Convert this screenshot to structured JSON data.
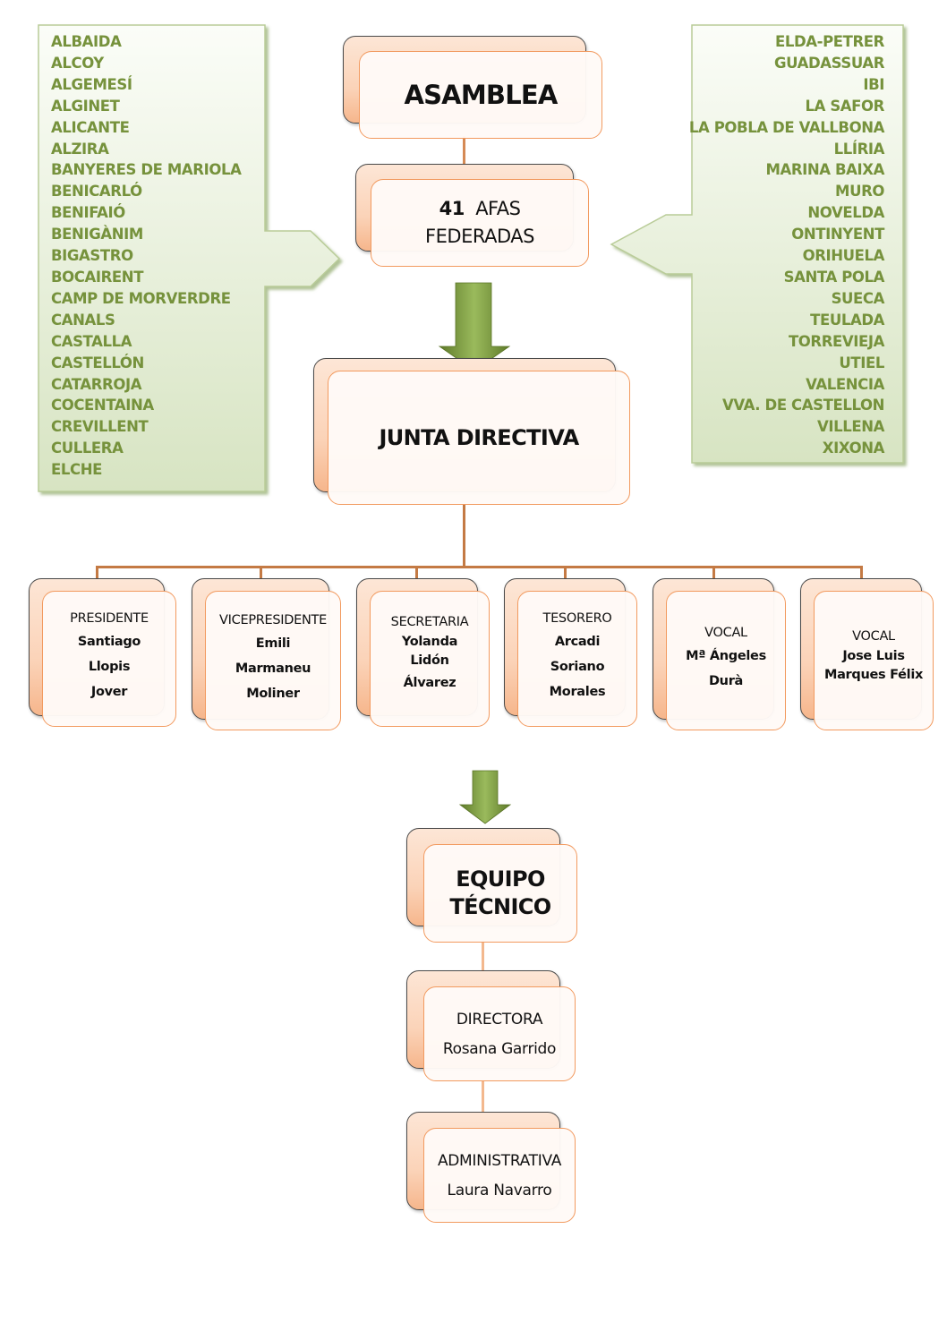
{
  "diagram": {
    "asamblea": {
      "title": "ASAMBLEA"
    },
    "afas": {
      "count": "41",
      "label_line1": "AFAS",
      "label_line2": "FEDERADAS"
    },
    "junta": {
      "title": "JUNTA DIRECTIVA"
    },
    "left_list": [
      "ALBAIDA",
      "ALCOY",
      "ALGEMESÍ",
      "ALGINET",
      "ALICANTE",
      "ALZIRA",
      "BANYERES DE MARIOLA",
      "BENICARLÓ",
      "BENIFAIÓ",
      "BENIGÀNIM",
      "BIGASTRO",
      "BOCAIRENT",
      "CAMP DE MORVERDRE",
      "CANALS",
      "CASTALLA",
      "CASTELLÓN",
      "CATARROJA",
      "COCENTAINA",
      "CREVILLENT",
      "CULLERA",
      "ELCHE"
    ],
    "right_list": [
      "ELDA-PETRER",
      "GUADASSUAR",
      "IBI",
      "LA SAFOR",
      "LA POBLA DE VALLBONA",
      "LLÍRIA",
      "MARINA BAIXA",
      "MURO",
      "NOVELDA",
      "ONTINYENT",
      "ORIHUELA",
      "SANTA POLA",
      "SUECA",
      "TEULADA",
      "TORREVIEJA",
      "UTIEL",
      "VALENCIA",
      "VVA. DE CASTELLON",
      "VILLENA",
      "XIXONA"
    ],
    "board": [
      {
        "role": "PRESIDENTE",
        "name": [
          "Santiago",
          "Llopis",
          "Jover"
        ]
      },
      {
        "role": "VICEPRESIDENTE",
        "name": [
          "Emili",
          "Marmaneu",
          "Moliner"
        ]
      },
      {
        "role": "SECRETARIA",
        "name": [
          "Yolanda",
          "Lidón",
          "Álvarez"
        ]
      },
      {
        "role": "TESORERO",
        "name": [
          "Arcadi",
          "Soriano",
          "Morales"
        ]
      },
      {
        "role": "VOCAL",
        "name": [
          "Mª Ángeles",
          "Durà"
        ]
      },
      {
        "role": "VOCAL",
        "name": [
          "Jose Luis",
          "Marques Félix"
        ]
      }
    ],
    "equipo": {
      "line1": "EQUIPO",
      "line2": "TÉCNICO"
    },
    "directora": {
      "role": "DIRECTORA",
      "name": "Rosana Garrido"
    },
    "administrativa": {
      "role": "ADMINISTRATIVA",
      "name": "Laura Navarro"
    },
    "colors": {
      "callout_text": "#76923c",
      "callout_fill": "#e4edd6",
      "arrow_green": "#77933c",
      "box_border": "#f29a5f",
      "connector": "#c47a44"
    }
  }
}
